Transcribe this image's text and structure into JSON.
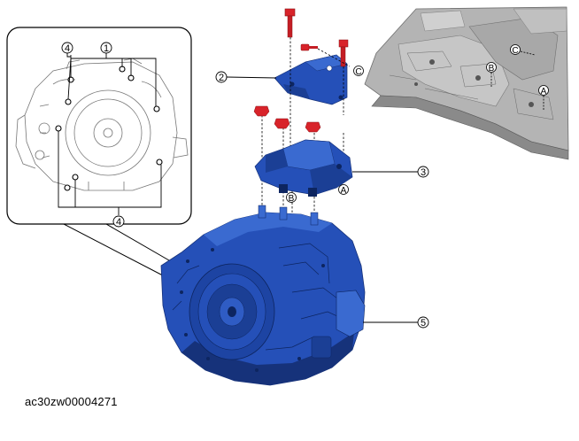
{
  "callouts": {
    "c1": "1",
    "c2": "2",
    "c3": "3",
    "c4_top": "4",
    "c4_bottom": "4",
    "c5": "5"
  },
  "letters": {
    "c_near_bracket": "C",
    "b_near_mount": "B",
    "a_near_mount": "A",
    "c_on_body": "C",
    "b_on_body": "B",
    "a_on_body": "A"
  },
  "caption": "ac30zw00004271",
  "colors": {
    "transmission": "#2550b8",
    "transmission_dark": "#16327a",
    "bolt_red": "#d8232a",
    "body_gray": "#9c9c9c",
    "line": "#000000"
  }
}
